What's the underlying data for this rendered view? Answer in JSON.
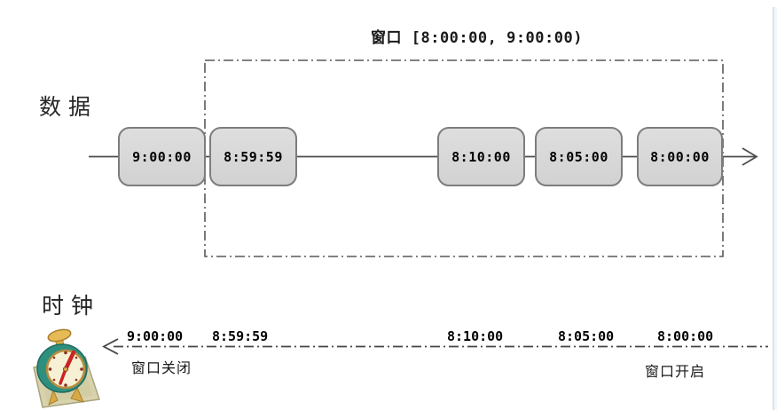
{
  "title": "窗口 [8:00:00, 9:00:00)",
  "labels": {
    "data_row": "数据",
    "clock_row": "时钟",
    "window_close": "窗口关闭",
    "window_open": "窗口开启"
  },
  "events": [
    "9:00:00",
    "8:59:59",
    "8:10:00",
    "8:05:00",
    "8:00:00"
  ],
  "clock_ticks": [
    "9:00:00",
    "8:59:59",
    "8:10:00",
    "8:05:00",
    "8:00:00"
  ],
  "icons": {
    "clock": "alarm-clock-icon",
    "data_arrow": "arrow-right-icon",
    "clock_arrow": "arrow-left-icon"
  },
  "colors": {
    "event_box_fill": "#d9d9d9",
    "event_box_border": "#7d7d7d",
    "timeline_line": "#4d4d4d",
    "window_dash_border": "#595959",
    "text": "#1a1a1a",
    "page_edge": "#d9e5ef",
    "clock_teal": "#2e8f7f",
    "clock_face": "#f6f0d4",
    "clock_hand_red": "#cc2222",
    "clock_brass": "#dfae49",
    "note_pad": "#d8d3ac"
  }
}
